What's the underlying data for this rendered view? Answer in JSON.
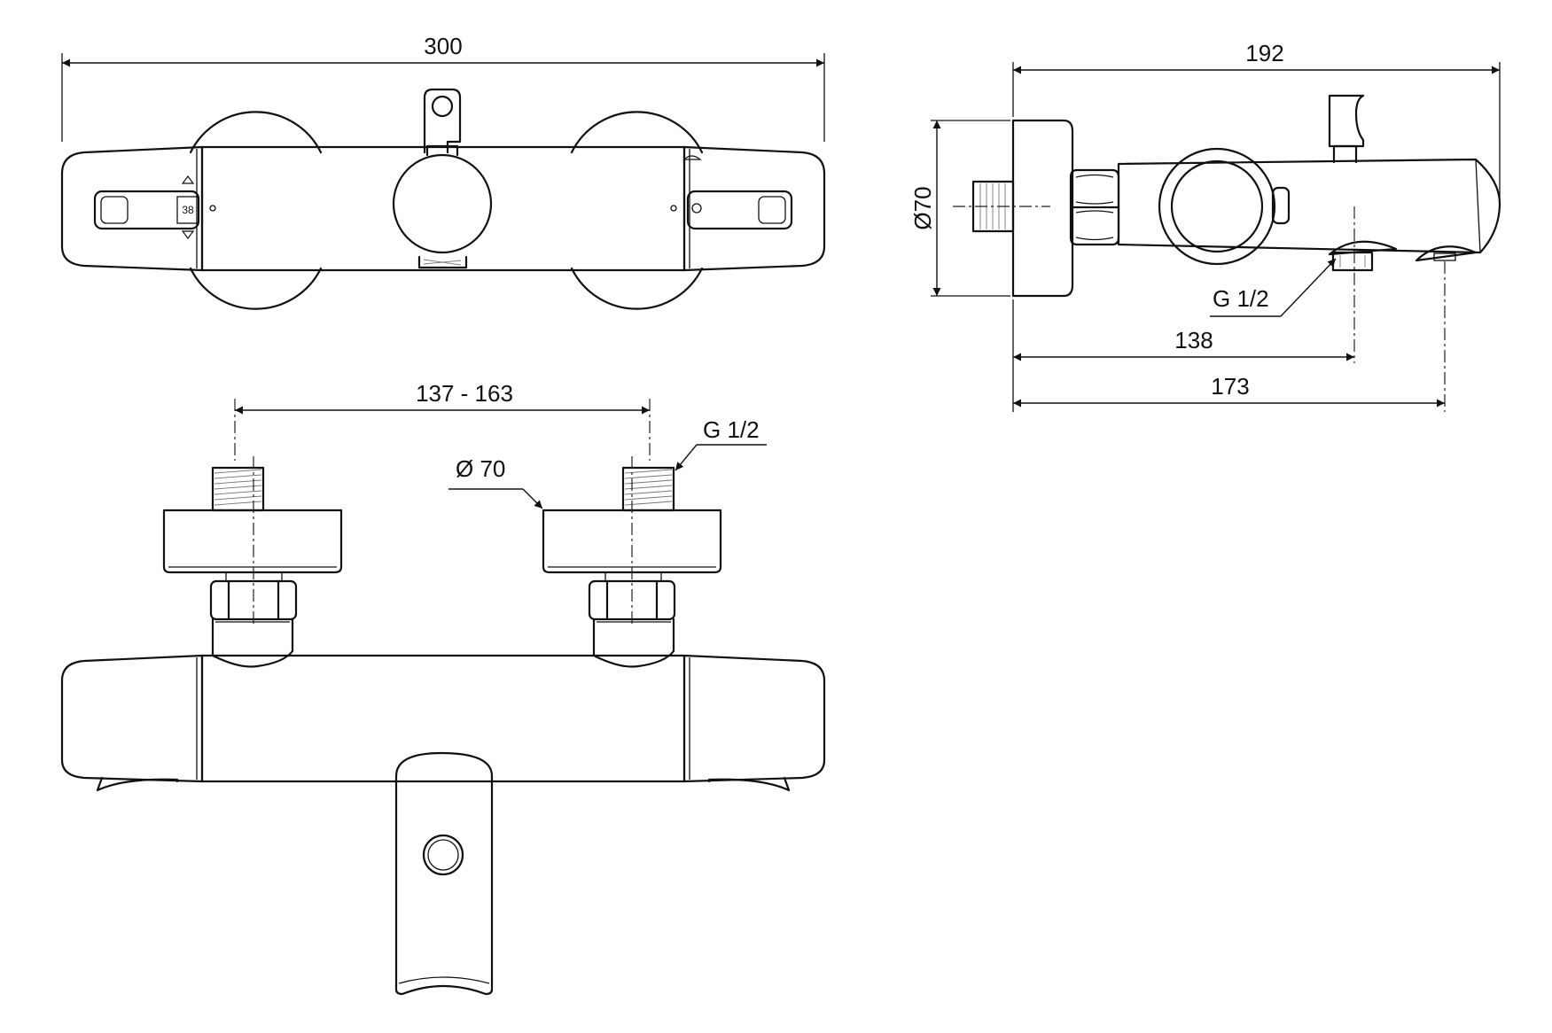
{
  "front_view": {
    "width_dim": "300",
    "scale_value": "38"
  },
  "side_view": {
    "depth_dim": "192",
    "diameter_dim": "Ø70",
    "outlet_thread": "G 1/2",
    "outlet_dim_1": "138",
    "outlet_dim_2": "173"
  },
  "bottom_view": {
    "connection_span": "137 - 163",
    "connection_thread": "G 1/2",
    "escutcheon_diameter": "Ø 70"
  }
}
